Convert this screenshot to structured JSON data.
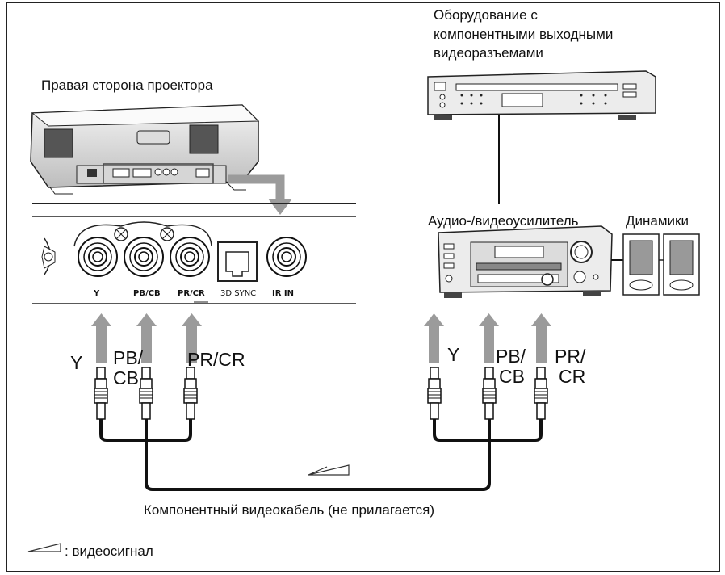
{
  "labels": {
    "projector_side": "Правая сторона проектора",
    "equipment_line1": "Оборудование с",
    "equipment_line2": "компонентными выходными",
    "equipment_line3": "видеоразъемами",
    "amplifier": "Аудио-/видеоусилитель",
    "speakers": "Динамики",
    "cable": "Компонентный видеокабель (не прилагается)",
    "legend": ": видеосигнал"
  },
  "ports": {
    "y": "Y",
    "pb_cb": "PB/CB",
    "pr_cr": "PR/CR",
    "sync": "3D SYNC",
    "ir": "IR IN"
  },
  "plugs_left": {
    "y": "Y",
    "pb_a": "PB/",
    "pb_b": "CB",
    "pr": "PR/CR"
  },
  "plugs_right": {
    "y": "Y",
    "pb_a": "PB/",
    "pb_b": "CB",
    "pr_a": "PR/",
    "pr_b": "CR"
  },
  "colors": {
    "arrow": "#9b9b9b",
    "line": "#111111",
    "panel": "#e6e6e6"
  }
}
